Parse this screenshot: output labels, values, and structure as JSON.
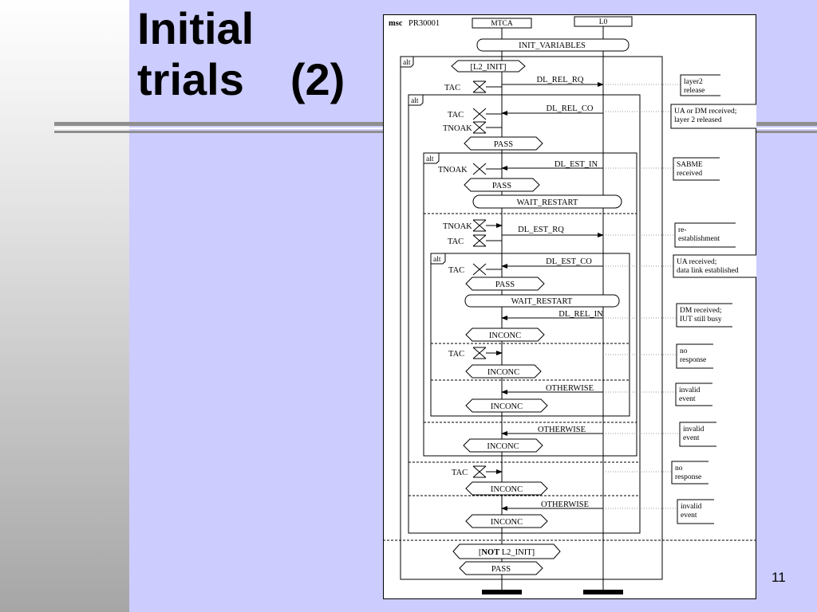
{
  "slide": {
    "title_line1": "Initial",
    "title_line2_word": "trials",
    "title_line2_num": "(2)",
    "page_number": "11"
  },
  "msc": {
    "keyword": "msc",
    "name": "PR30001",
    "instances": [
      "MTCA",
      "L0"
    ],
    "alt_label": "alt",
    "states": {
      "init_variables": "INIT_VARIABLES",
      "l2_init": "[L2_INIT]",
      "wait_restart": "WAIT_RESTART",
      "pass": "PASS",
      "inconc": "INCONC",
      "not_kw": "NOT",
      "not_rest": " L2_INIT]",
      "not_open": "["
    },
    "timers": {
      "tac": "TAC",
      "tnoak": "TNOAK"
    },
    "messages": {
      "dl_rel_rq": "DL_REL_RQ",
      "dl_rel_co": "DL_REL_CO",
      "dl_est_in": "DL_EST_IN",
      "dl_est_rq": "DL_EST_RQ",
      "dl_est_co": "DL_EST_CO",
      "dl_rel_in": "DL_REL_IN",
      "otherwise": "OTHERWISE"
    },
    "comments": {
      "c1": [
        "layer2",
        "release"
      ],
      "c2": [
        "UA or DM received;",
        "layer 2 released"
      ],
      "c3": [
        "SABME",
        "received"
      ],
      "c4": [
        "re-",
        "establishment"
      ],
      "c5": [
        "UA received;",
        "data link  established"
      ],
      "c6": [
        "DM received;",
        "IUT still busy"
      ],
      "c7": [
        "no",
        "response"
      ],
      "c8": [
        "invalid",
        "event"
      ],
      "c9": [
        "invalid",
        "event"
      ],
      "c10": [
        "no",
        "response"
      ],
      "c11": [
        "invalid",
        "event"
      ]
    }
  }
}
